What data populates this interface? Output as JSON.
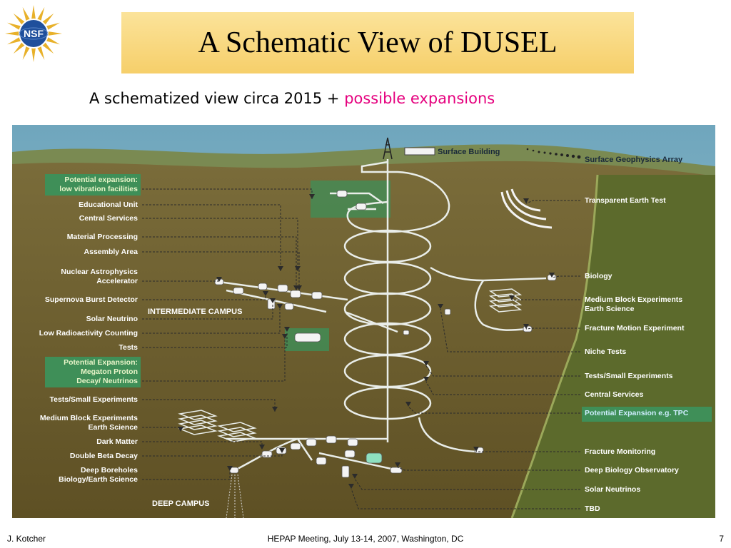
{
  "logo": {
    "text": "NSF",
    "icon": "nsf-logo-icon"
  },
  "title": "A Schematic View of DUSEL",
  "subtitle": {
    "main": "A schematized view circa 2015  +",
    "accent": "possible expansions"
  },
  "colors": {
    "title_bg": "#f7d36e",
    "accent": "#e5007e",
    "sky": "#7fb0c4",
    "rock": "#6b5a2e",
    "expansion_box": "#3f8f58",
    "label_text": "#ffffff",
    "tunnel": "#e8ece8"
  },
  "diagram": {
    "surface": {
      "building": "Surface Building",
      "array": "Surface Geophysics Array"
    },
    "left_labels": [
      {
        "text": "Potential expansion:\nlow vibration facilities",
        "highlight": true
      },
      {
        "text": "Educational Unit"
      },
      {
        "text": "Central  Services"
      },
      {
        "text": "Material Processing"
      },
      {
        "text": "Assembly Area"
      },
      {
        "text": "Nuclear Astrophysics\nAccelerator"
      },
      {
        "text": "Supernova Burst Detector"
      },
      {
        "text": "Solar Neutrino"
      },
      {
        "text": "Low Radioactivity Counting"
      },
      {
        "text": "Tests"
      },
      {
        "text": "Potential Expansion:\nMegaton Proton\nDecay/ Neutrinos",
        "highlight": true
      },
      {
        "text": "Tests/Small Experiments"
      },
      {
        "text": "Medium Block Experiments\nEarth Science"
      },
      {
        "text": "Dark Matter"
      },
      {
        "text": "Double Beta Decay"
      },
      {
        "text": "Deep Boreholes\nBiology/Earth Science"
      }
    ],
    "right_labels": [
      {
        "text": "Transparent Earth Test"
      },
      {
        "text": "Biology"
      },
      {
        "text": "Medium Block Experiments\nEarth Science"
      },
      {
        "text": "Fracture Motion Experiment"
      },
      {
        "text": "Niche Tests"
      },
      {
        "text": "Tests/Small Experiments"
      },
      {
        "text": "Central Services"
      },
      {
        "text": "Potential Expansion e.g. TPC",
        "highlight": true
      },
      {
        "text": "Fracture Monitoring"
      },
      {
        "text": "Deep Biology Observatory"
      },
      {
        "text": "Solar Neutrinos"
      },
      {
        "text": "TBD"
      }
    ],
    "campus_labels": {
      "intermediate": "INTERMEDIATE CAMPUS",
      "deep": "DEEP CAMPUS"
    }
  },
  "footer": {
    "author": "J. Kotcher",
    "event": "HEPAP Meeting, July 13-14, 2007, Washington, DC",
    "page": "7"
  }
}
